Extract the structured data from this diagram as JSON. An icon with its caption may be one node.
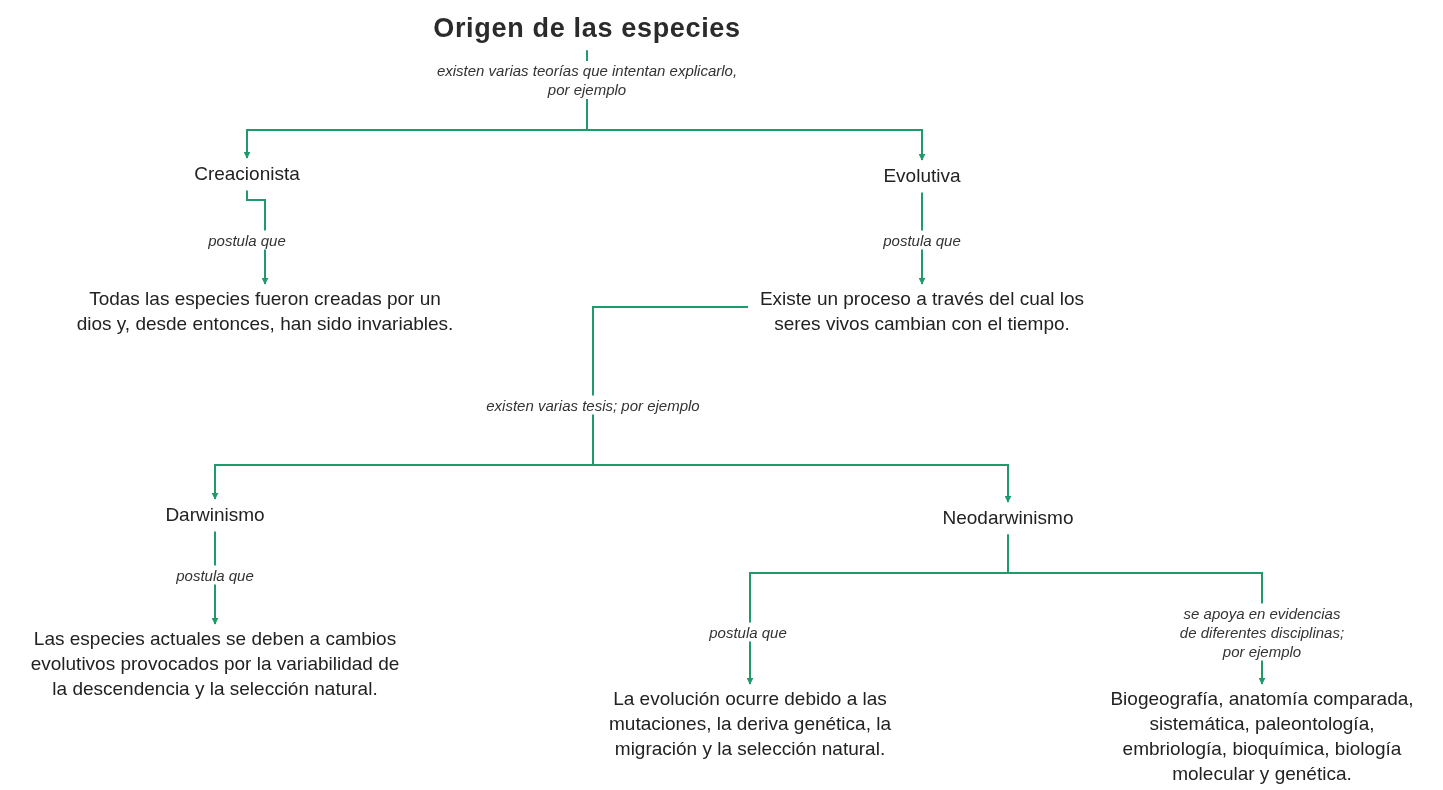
{
  "diagram": {
    "nodes": [
      {
        "text": [
          "Origen de las especies"
        ]
      },
      {
        "text": [
          "Creacionista"
        ]
      },
      {
        "text": [
          "Evolutiva"
        ]
      },
      {
        "text": [
          "Todas las especies fueron creadas por un dios y, desde entonces, han sido invariables."
        ]
      },
      {
        "text": [
          "Existe un proceso a través del cual los seres vivos cambian con el tiempo."
        ]
      },
      {
        "text": [
          "Darwinismo"
        ]
      },
      {
        "text": [
          "Neodarwinismo"
        ]
      },
      {
        "text": [
          "Las especies actuales se deben a cambios evolutivos provocados por la variabilidad de la descendencia y la selección natural."
        ]
      },
      {
        "text": [
          "La evolución ocurre debido a las mutaciones, la deriva genética, la migración y la selección natural."
        ]
      },
      {
        "text": [
          "Biogeografía, anatomía comparada, sistemática, paleontología, embriología, bioquímica, biología molecular y genética."
        ]
      }
    ],
    "edges": [
      {
        "from": 0,
        "to": 1,
        "arrow": "to",
        "label": "existen varias teorías que intentan explicarlo, por ejemplo"
      },
      {
        "from": 0,
        "to": 2,
        "arrow": "to"
      },
      {
        "from": 1,
        "to": 3,
        "arrow": "to",
        "label": "postula que"
      },
      {
        "from": 2,
        "to": 4,
        "arrow": "to",
        "label": "postula que"
      },
      {
        "from": 4,
        "to": 5,
        "arrow": "to",
        "label": "existen varias tesis; por ejemplo"
      },
      {
        "from": 4,
        "to": 6,
        "arrow": "to"
      },
      {
        "from": 5,
        "to": 7,
        "arrow": "to",
        "label": "postula que"
      },
      {
        "from": 6,
        "to": 8,
        "arrow": "to",
        "label": "postula que"
      },
      {
        "from": 6,
        "to": 9,
        "arrow": "to",
        "label": "se apoya en evidencias de diferentes disciplinas; por ejemplo"
      }
    ]
  }
}
